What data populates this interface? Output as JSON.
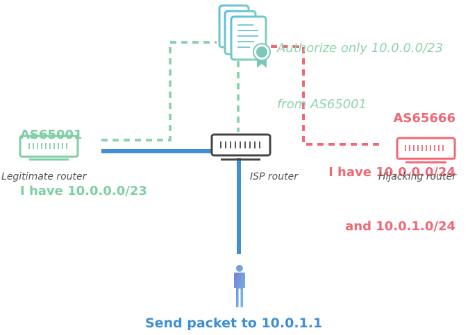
{
  "colors": {
    "legit": "#7fcfa5",
    "hijack": "#ef6874",
    "isp": "#444444",
    "link": "#3f8fd2",
    "cert_teal": "#7cc8b8"
  },
  "certificate": {
    "icon": "certificate-stack-icon",
    "text_lines": [
      "Authorize only 10.0.0.0/23",
      "from AS65001"
    ]
  },
  "legitimate": {
    "announcement": [
      "AS65001",
      "I have 10.0.0.0/23"
    ],
    "label": "Legitimate router",
    "icon": "router-icon"
  },
  "isp": {
    "label": "ISP router",
    "icon": "router-icon"
  },
  "hijacker": {
    "announcement": [
      "AS65666",
      "I have 10.0.0.0/24",
      "and 10.0.1.0/24"
    ],
    "label": "Hijacking router",
    "icon": "router-icon"
  },
  "user": {
    "icon": "person-icon",
    "caption": "Send packet to 10.0.1.1"
  }
}
